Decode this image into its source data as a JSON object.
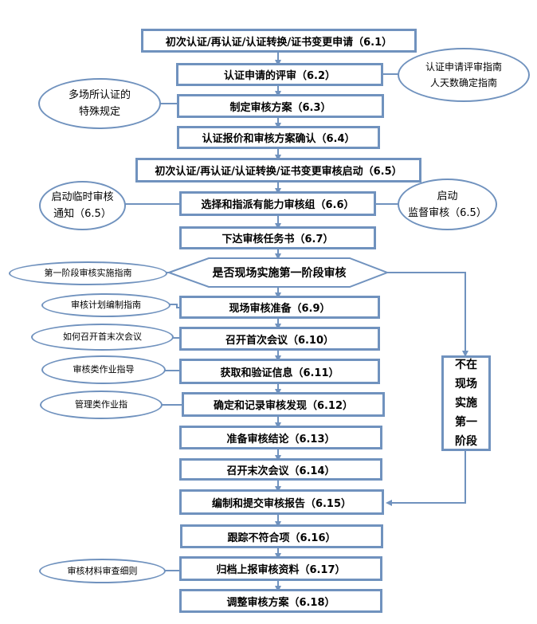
{
  "diagram": {
    "colors": {
      "stroke": "#7092be",
      "text": "#000000",
      "background": "#ffffff"
    },
    "steps": [
      {
        "id": "s1",
        "label": "初次认证/再认证/认证转换/证书变更申请（6.1）"
      },
      {
        "id": "s2",
        "label": "认证申请的评审（6.2）"
      },
      {
        "id": "s3",
        "label": "制定审核方案（6.3）"
      },
      {
        "id": "s4",
        "label": "认证报价和审核方案确认（6.4）"
      },
      {
        "id": "s5",
        "label": "初次认证/再认证/认证转换/证书变更审核启动（6.5）"
      },
      {
        "id": "s6",
        "label": "选择和指派有能力审核组（6.6）"
      },
      {
        "id": "s7",
        "label": "下达审核任务书（6.7）"
      },
      {
        "id": "s9",
        "label": "现场审核准备（6.9）"
      },
      {
        "id": "s10",
        "label": "召开首次会议（6.10）"
      },
      {
        "id": "s11",
        "label": "获取和验证信息（6.11）"
      },
      {
        "id": "s12",
        "label": "确定和记录审核发现（6.12）"
      },
      {
        "id": "s13",
        "label": "准备审核结论（6.13）"
      },
      {
        "id": "s14",
        "label": "召开末次会议（6.14）"
      },
      {
        "id": "s15",
        "label": "编制和提交审核报告（6.15）"
      },
      {
        "id": "s16",
        "label": "跟踪不符合项（6.16）"
      },
      {
        "id": "s17",
        "label": "归档上报审核资料（6.17）"
      },
      {
        "id": "s18",
        "label": "调整审核方案（6.18）"
      }
    ],
    "decision": {
      "label": "是否现场实施第一阶段审核"
    },
    "branch": {
      "lines": [
        "不在",
        "现场",
        "实施",
        "第一",
        "阶段"
      ]
    },
    "notes": {
      "application_review_guide": [
        "认证申请评审指南",
        "人天数确定指南"
      ],
      "multi_site": [
        "多场所认证的",
        "特殊规定"
      ],
      "temp_audit": [
        "启动临时审核",
        "通知（6.5）"
      ],
      "supervision": [
        "启动",
        "监督审核（6.5）"
      ],
      "stage1_guide": [
        "第一阶段审核实施指南"
      ],
      "plan_guide": [
        "审核计划编制指南"
      ],
      "meeting_guide": [
        "如何召开首末次会议"
      ],
      "audit_work_guide": [
        "审核类作业指导"
      ],
      "mgmt_work_guide": [
        "管理类作业指"
      ],
      "material_review": [
        "审核材料审查细则"
      ]
    }
  }
}
